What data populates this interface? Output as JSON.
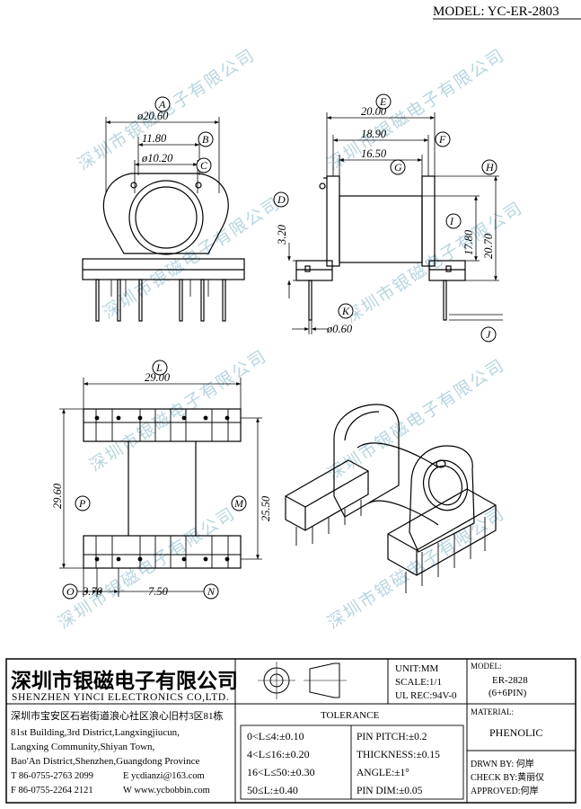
{
  "model_label": "MODEL: YC-ER-2803",
  "watermark": "深圳市银磁电子有限公司",
  "dimensions": [
    {
      "ref": "A",
      "value": "ø20.60"
    },
    {
      "ref": "B",
      "value": "11.80"
    },
    {
      "ref": "C",
      "value": "ø10.20"
    },
    {
      "ref": "D",
      "value": "3.20"
    },
    {
      "ref": "E",
      "value": "20.00"
    },
    {
      "ref": "F",
      "value": "18.90"
    },
    {
      "ref": "G",
      "value": "16.50"
    },
    {
      "ref": "H",
      "value": "20.70"
    },
    {
      "ref": "I",
      "value": "17.80"
    },
    {
      "ref": "J",
      "value": ""
    },
    {
      "ref": "K",
      "value": "ø0.60"
    },
    {
      "ref": "L",
      "value": "29.00"
    },
    {
      "ref": "M",
      "value": "25.50"
    },
    {
      "ref": "N",
      "value": "7.50"
    },
    {
      "ref": "O",
      "value": "3.70"
    },
    {
      "ref": "P",
      "value": "29.60"
    }
  ],
  "title_block": {
    "company_cn": "深圳市银磁电子有限公司",
    "company_en": "SHENZHEN YINCI ELECTRONICS CO,LTD.",
    "unit": "UNIT:MM",
    "scale": "SCALE:1/1",
    "ul_rec": "UL REC:94V-0",
    "model_header": "MODEL:",
    "model_value": "ER-2828",
    "model_pins": "(6+6PIN)",
    "address": [
      "深圳市宝安区石岩街道浪心社区浪心旧村3区81栋",
      "81st Building,3rd District,Langxingjiucun,",
      "Langxing Community,Shiyan Town,",
      "Bao'An District,Shenzhen,Guangdong Province"
    ],
    "tel": "T 86-0755-2763 2099",
    "email": "E ycdianzi@163.com",
    "fax": "F 86-0755-2264 2121",
    "web": "W www.ycbobbin.com",
    "tolerance_header": "TOLERANCE",
    "tolerances": [
      "0<L≤4:±0.10",
      "4<L≤16:±0.20",
      "16<L≤50:±0.30",
      "50≤L:±0.40"
    ],
    "specs": [
      "PIN PITCH:±0.2",
      "THICKNESS:±0.15",
      "ANGLE:±1°",
      "PIN DIM:±0.05"
    ],
    "material_header": "MATERIAL:",
    "material_value": "PHENOLIC",
    "drawn": "DRWN BY: 何岸",
    "check": "CHECK BY:黄丽仪",
    "approved": "APPROVED:何岸"
  }
}
